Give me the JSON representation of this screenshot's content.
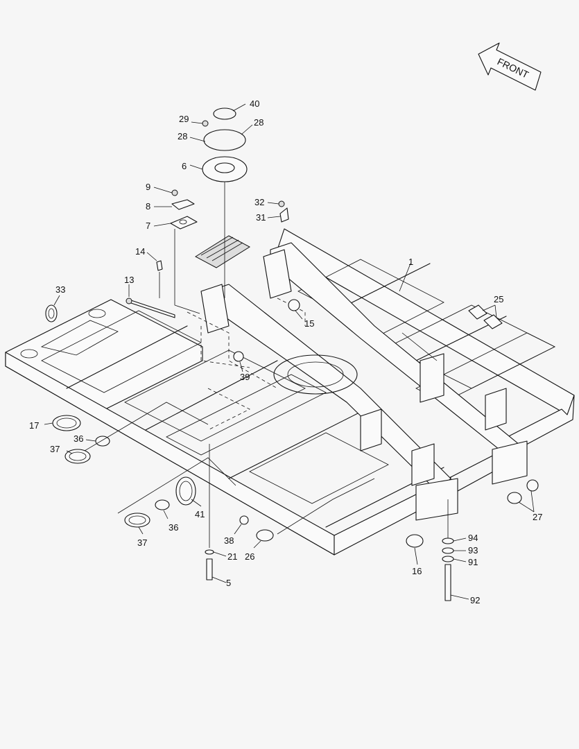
{
  "diagram": {
    "direction_label": "FRONT",
    "callouts": {
      "c1": "1",
      "c5": "5",
      "c6": "6",
      "c7": "7",
      "c8": "8",
      "c9": "9",
      "c13": "13",
      "c14": "14",
      "c15": "15",
      "c16": "16",
      "c17": "17",
      "c21": "21",
      "c25": "25",
      "c26": "26",
      "c27": "27",
      "c28a": "28",
      "c28b": "28",
      "c29": "29",
      "c31": "31",
      "c32": "32",
      "c33": "33",
      "c36a": "36",
      "c36b": "36",
      "c37a": "37",
      "c37b": "37",
      "c38": "38",
      "c39": "39",
      "c40": "40",
      "c41": "41",
      "c91": "91",
      "c92": "92",
      "c93": "93",
      "c94": "94"
    }
  }
}
